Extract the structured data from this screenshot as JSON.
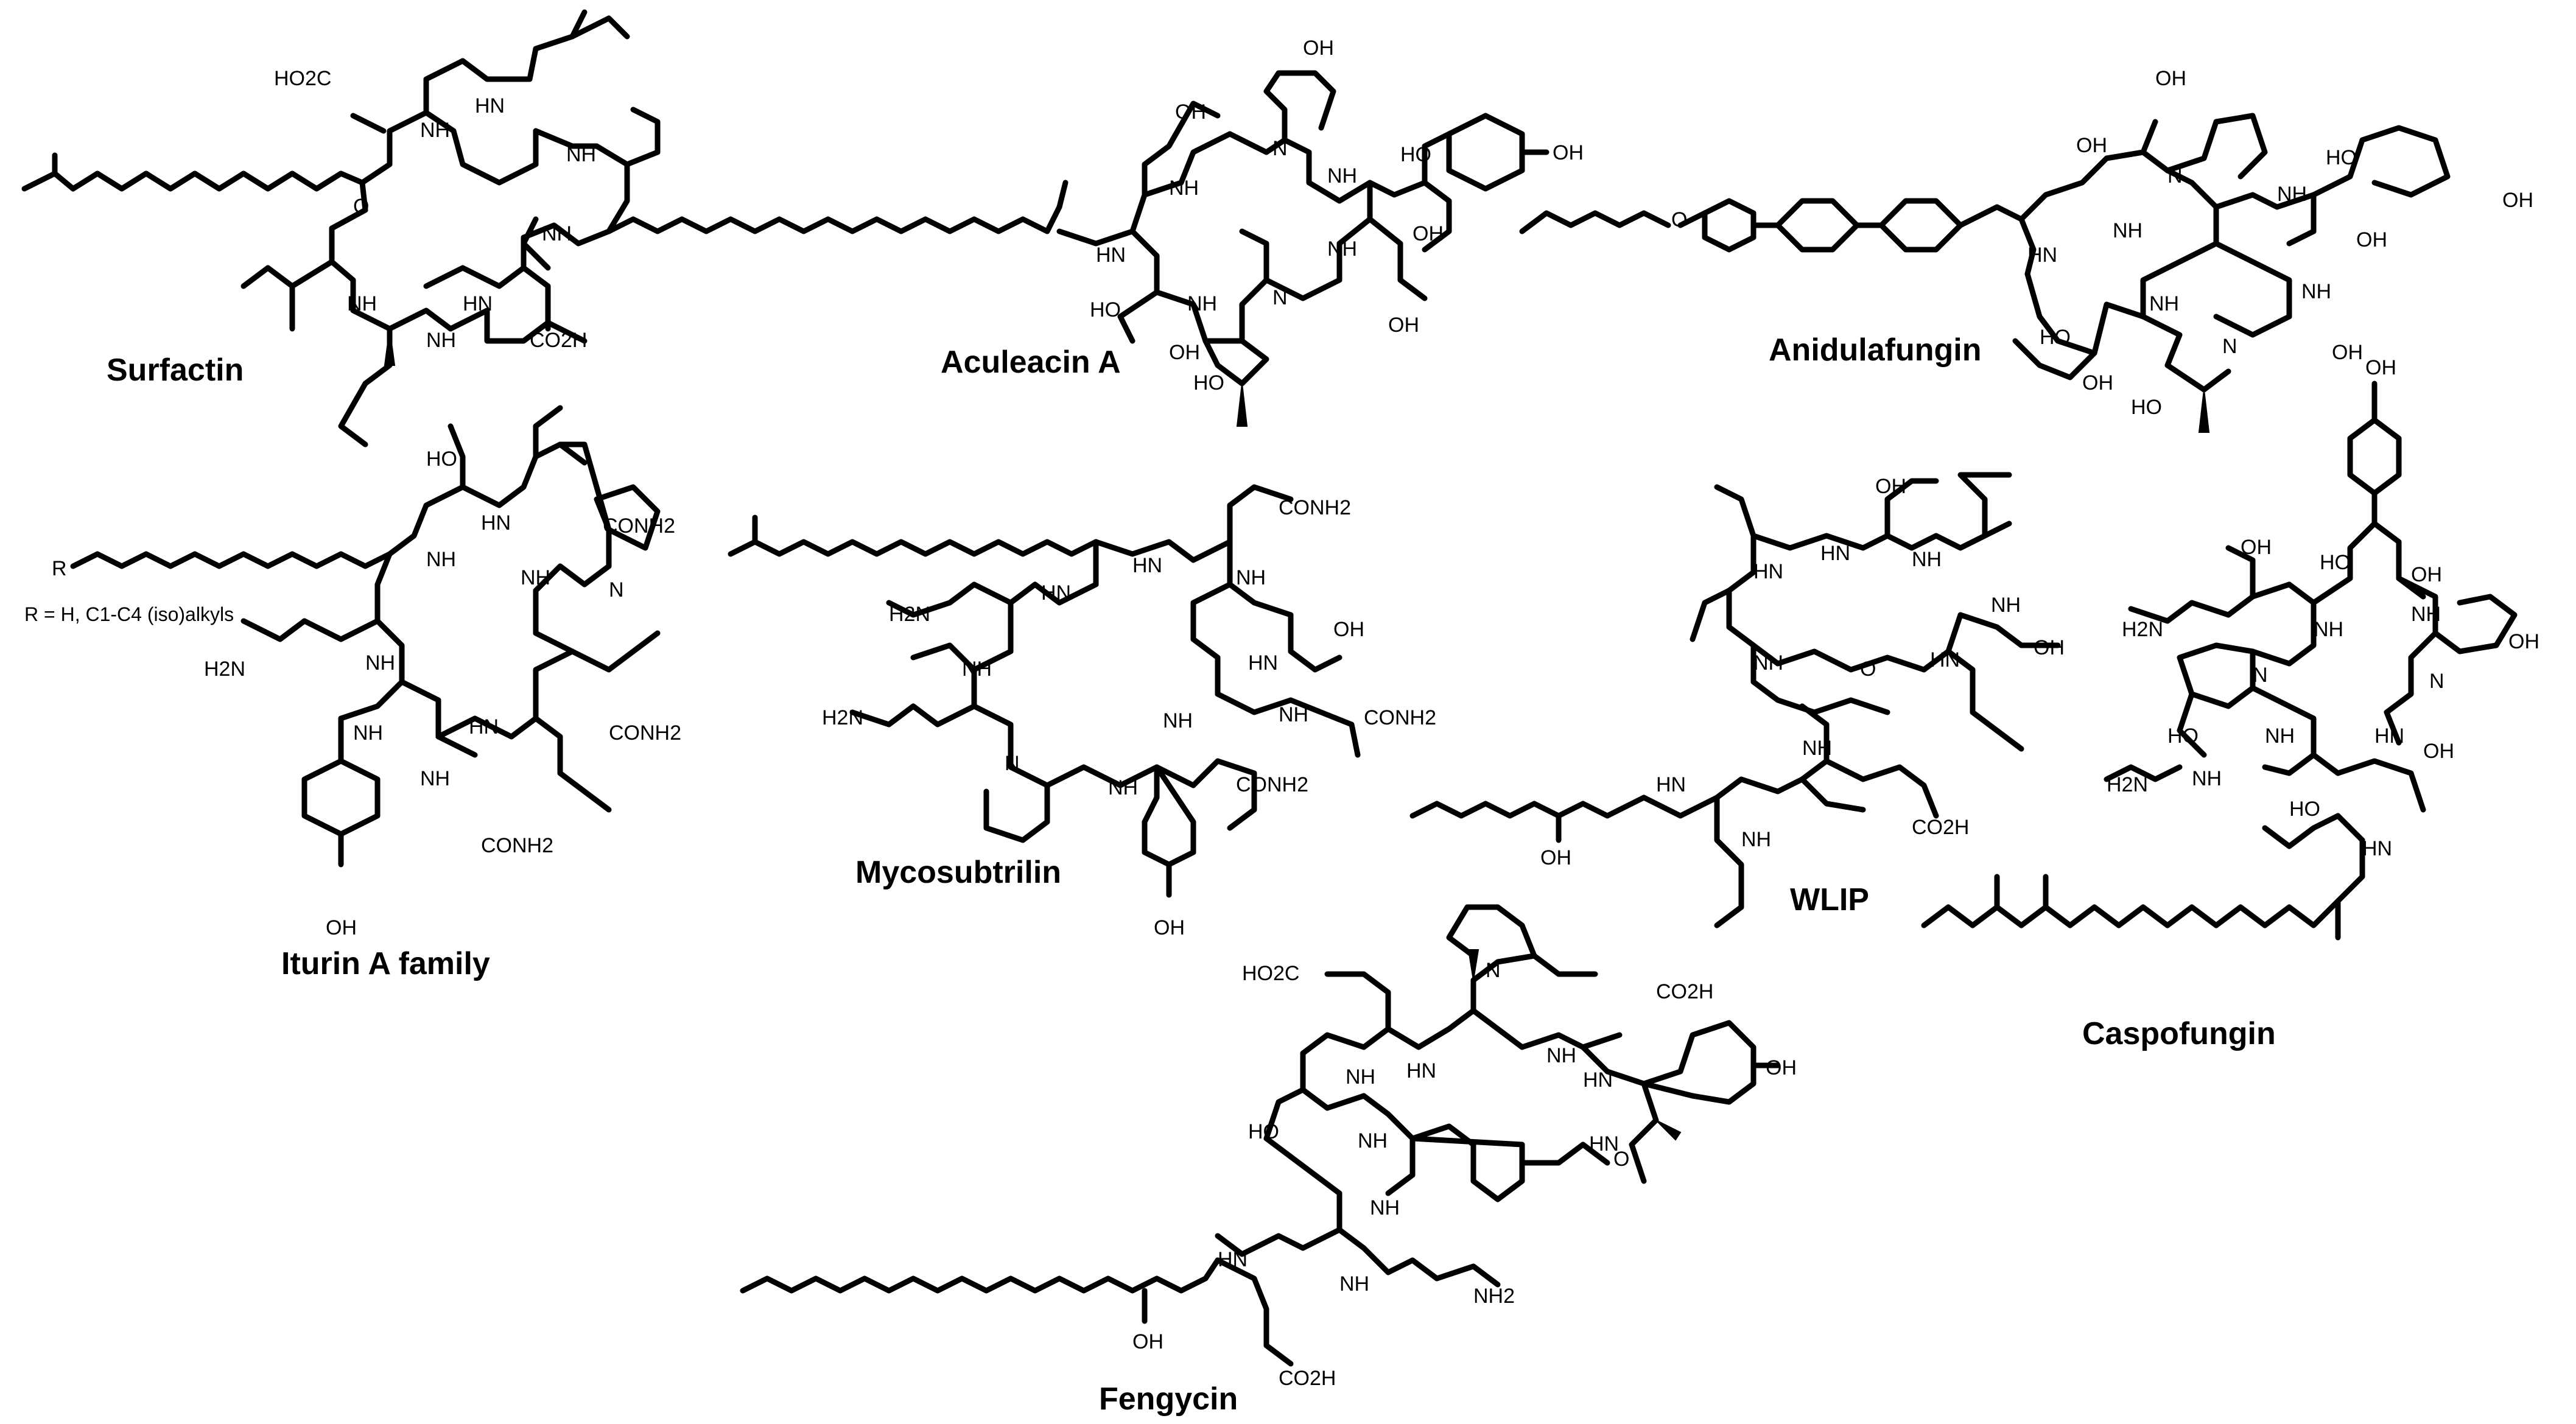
{
  "compounds": [
    {
      "id": "surfactin",
      "name": "Surfactin"
    },
    {
      "id": "aculeacin",
      "name": "Aculeacin A"
    },
    {
      "id": "anidulafungin",
      "name": "Anidulafungin"
    },
    {
      "id": "iturin",
      "name": "Iturin A family"
    },
    {
      "id": "mycosubtrilin",
      "name": "Mycosubtrilin"
    },
    {
      "id": "wlip",
      "name": "WLIP"
    },
    {
      "id": "caspofungin",
      "name": "Caspofungin"
    },
    {
      "id": "fengycin",
      "name": "Fengycin"
    }
  ],
  "notes": {
    "iturin_r_def": "R = H, C1-C4 (iso)alkyls",
    "iturin_r": "R"
  },
  "atom_labels": {
    "OH": "OH",
    "HO": "HO",
    "NH": "NH",
    "HN": "HN",
    "N": "N",
    "O": "O",
    "CO2H": "CO2H",
    "HO2C": "HO2C",
    "CONH2": "CONH2",
    "H2N": "H2N",
    "NH2": "NH2",
    "OH_bottom": "OH"
  }
}
